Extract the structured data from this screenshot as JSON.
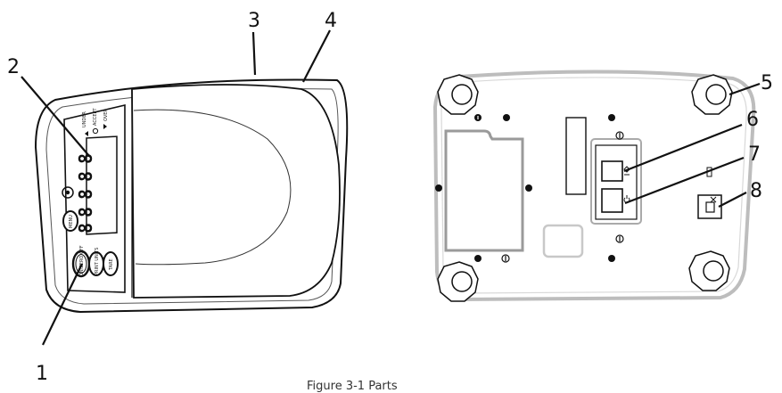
{
  "caption": "Figure 3-1  Parts",
  "callouts": [
    "1",
    "2",
    "3",
    "4",
    "5",
    "6",
    "7",
    "8"
  ],
  "panel": {
    "indicators": [
      "UNDER",
      "ACCEPT",
      "OVER"
    ],
    "buttons": [
      "ON/ZERO OFF",
      "PRINT UNITS",
      "TARE",
      "MENU"
    ]
  }
}
